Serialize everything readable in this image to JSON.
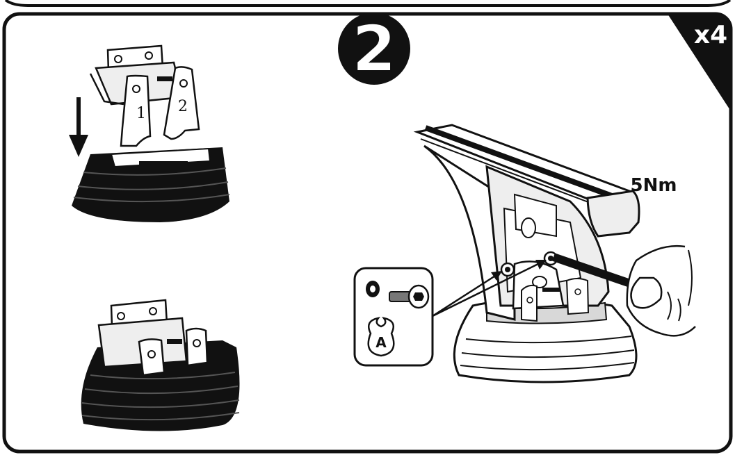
{
  "step": {
    "number": "2"
  },
  "quantity": {
    "label": "x4"
  },
  "torque": {
    "label": "5Nm"
  },
  "hardware_bag": {
    "letter": "A"
  },
  "plates": {
    "left": "1",
    "right": "2"
  },
  "colors": {
    "ink": "#111111",
    "paper": "#ffffff",
    "shade": "#d8d8d8",
    "metal": "#eeeeee"
  },
  "icons": [
    "down-arrow-icon",
    "hex-key-icon",
    "bolt-icon",
    "washer-icon",
    "hand-icon",
    "bag-icon"
  ]
}
